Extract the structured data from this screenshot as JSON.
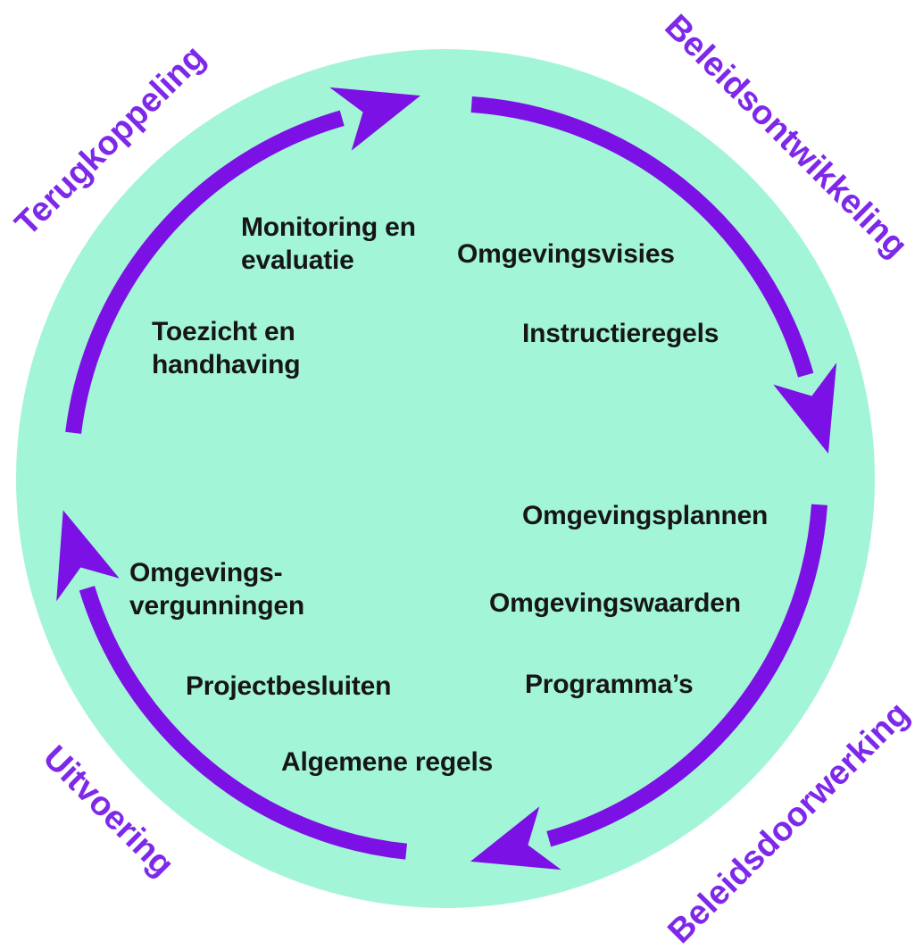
{
  "diagram": {
    "type": "policy-cycle-diagram",
    "colors": {
      "background": "#ffffff",
      "circle_fill": "#a3f5d8",
      "arrow": "#7b11e4",
      "phase_label": "#7e28e9",
      "inner_label": "#161616"
    },
    "phases": [
      {
        "id": "terugkoppeling",
        "label": "Terugkoppeling",
        "position": "top-left"
      },
      {
        "id": "beleidsontwikkeling",
        "label": "Beleidsontwikkeling",
        "position": "top-right"
      },
      {
        "id": "beleidsdoorwerking",
        "label": "Beleidsdoorwerking",
        "position": "bottom-right"
      },
      {
        "id": "uitvoering",
        "label": "Uitvoering",
        "position": "bottom-left"
      }
    ],
    "instruments": [
      {
        "id": "monitoring-en-evaluatie",
        "label": "Monitoring en\nevaluatie"
      },
      {
        "id": "omgevingsvisies",
        "label": "Omgevingsvisies"
      },
      {
        "id": "toezicht-en-handhaving",
        "label": "Toezicht en\nhandhaving"
      },
      {
        "id": "instructieregels",
        "label": "Instructieregels"
      },
      {
        "id": "omgevingsplannen",
        "label": "Omgevingsplannen"
      },
      {
        "id": "omgevings-vergunningen",
        "label": "Omgevings-\nvergunningen"
      },
      {
        "id": "omgevingswaarden",
        "label": "Omgevingswaarden"
      },
      {
        "id": "projectbesluiten",
        "label": "Projectbesluiten"
      },
      {
        "id": "programmas",
        "label": "Programma’s"
      },
      {
        "id": "algemene-regels",
        "label": "Algemene regels"
      }
    ]
  }
}
